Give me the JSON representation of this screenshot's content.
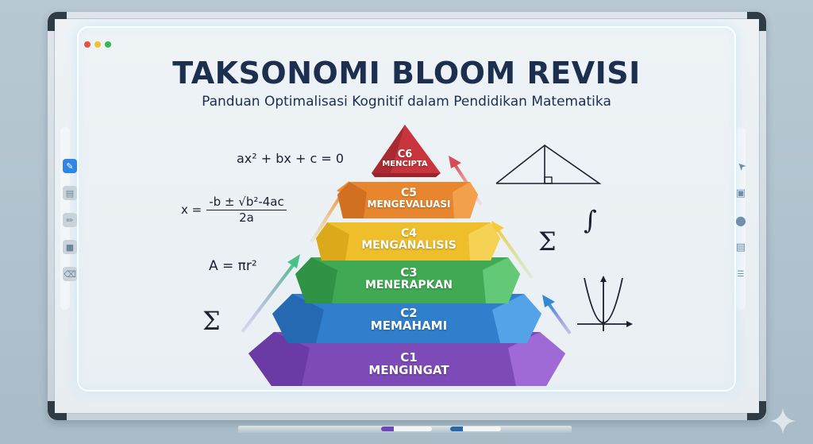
{
  "window": {
    "controls": [
      {
        "name": "close",
        "color": "#e5534b"
      },
      {
        "name": "minimize",
        "color": "#f2c12e"
      },
      {
        "name": "maximize",
        "color": "#3cb45a"
      }
    ]
  },
  "header": {
    "title": "TAKSONOMI BLOOM REVISI",
    "subtitle": "Panduan Optimalisasi Kognitif dalam Pendidikan Matematika"
  },
  "toolbar_left": {
    "items": [
      {
        "icon": "whiteboard-pen-icon",
        "glyph": "✎",
        "active": true
      },
      {
        "icon": "pages-icon",
        "glyph": "▤",
        "active": false
      },
      {
        "icon": "pencil-icon",
        "glyph": "✏",
        "active": false
      },
      {
        "icon": "rectangle-icon",
        "glyph": "■",
        "active": false
      },
      {
        "icon": "eraser-icon",
        "glyph": "⌫",
        "active": false
      }
    ]
  },
  "toolbar_right": {
    "items": [
      {
        "icon": "cursor-icon",
        "glyph": "➤"
      },
      {
        "icon": "image-icon",
        "glyph": "▣"
      },
      {
        "icon": "circle-icon",
        "glyph": "●"
      },
      {
        "icon": "document-icon",
        "glyph": "▤"
      },
      {
        "icon": "list-icon",
        "glyph": "☰"
      }
    ]
  },
  "math": {
    "quadratic": "ax² + bx + c = 0",
    "formula_lhs": "x =",
    "formula_num": "-b ± √b²-4ac",
    "formula_den": "2a",
    "area": "A = πr²",
    "sigma_left": "Σ",
    "sigma_right": "Σ",
    "integral": "∫"
  },
  "pyramid": {
    "levels": [
      {
        "code": "C6",
        "name": "MENCIPTA",
        "color": "#c8353c"
      },
      {
        "code": "C5",
        "name": "MENGEVALUASI",
        "color": "#e7862f"
      },
      {
        "code": "C4",
        "name": "MENGANALISIS",
        "color": "#efbf2b"
      },
      {
        "code": "C3",
        "name": "MENERAPKAN",
        "color": "#3faa53"
      },
      {
        "code": "C2",
        "name": "MEMAHAMI",
        "color": "#2f7fcc"
      },
      {
        "code": "C1",
        "name": "MENGINGAT",
        "color": "#7d4bb8"
      }
    ]
  },
  "tray": {
    "markers": [
      {
        "name": "purple-marker",
        "color": "#6b47b8"
      },
      {
        "name": "blue-marker",
        "color": "#2568b0"
      }
    ]
  }
}
